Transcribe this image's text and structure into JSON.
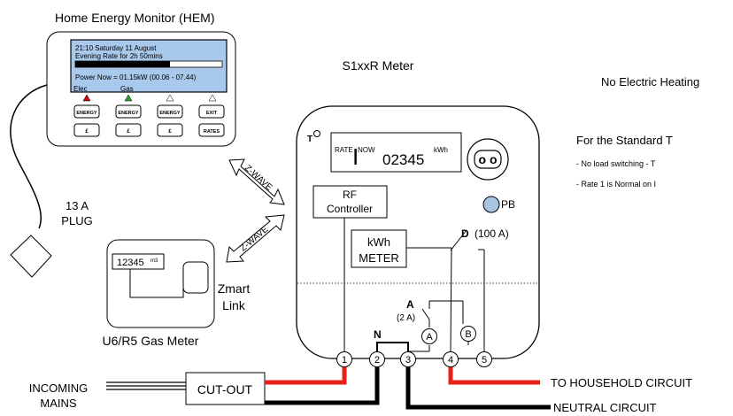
{
  "hem": {
    "title": "Home Energy Monitor (HEM)",
    "screen_line1": "21:10   Saturday 11 August",
    "screen_line2": "Evening Rate for 2h 50mins",
    "screen_line3": "Power Now = 01.15kW (00.06 - 07.44)",
    "screen_elec": "Elec",
    "screen_gas": "Gas",
    "buttons_row1": [
      "ENERGY",
      "ENERGY",
      "ENERGY",
      "EXIT"
    ],
    "buttons_row2": [
      "£",
      "£",
      "£",
      "RATES"
    ],
    "indicator_colors": [
      "#cc0000",
      "#2e9e2e",
      "#ffffff",
      "#ffffff"
    ]
  },
  "plug": {
    "line1": "13 A",
    "line2": "PLUG"
  },
  "zwave": {
    "upper": "Z-WAVE",
    "lower": "Z-WAVE"
  },
  "gas": {
    "display": "12345",
    "unit": "m3",
    "label": "U6/R5 Gas Meter",
    "zmart_line1": "Zmart",
    "zmart_line2": "Link"
  },
  "meter": {
    "title": "S1xxR Meter",
    "t_label": "T",
    "rate_label": "RATE",
    "rate_digit": "I",
    "now_label": "NOW",
    "reading": "02345",
    "unit": "kWh",
    "socket_dots": "o o",
    "rf_line1": "RF",
    "rf_line2": "Controller",
    "pb_label": "PB",
    "kwh_line1": "kWh",
    "kwh_line2": "METER",
    "d_label": "D",
    "d_rating": "(100 A)",
    "a_label": "A",
    "a_rating": "(2 A)",
    "contact_a": "A",
    "contact_b": "B",
    "n_label": "N",
    "terminals": [
      "1",
      "2",
      "3",
      "4",
      "5"
    ]
  },
  "incoming": {
    "line1": "INCOMING",
    "line2": "MAINS",
    "cutout": "CUT-OUT"
  },
  "outputs": {
    "household": "TO HOUSEHOLD CIRCUIT",
    "neutral": "NEUTRAL CIRCUIT"
  },
  "notes": {
    "heading": "No Electric Heating",
    "standard": "For the Standard T",
    "bullet1": "- No load switching  - T",
    "bullet2": "- Rate 1 is Normal on I"
  },
  "colors": {
    "live": "#e8201a",
    "neutral": "#000000",
    "screen": "#a8c8ec",
    "pb": "#a8c4e0"
  }
}
